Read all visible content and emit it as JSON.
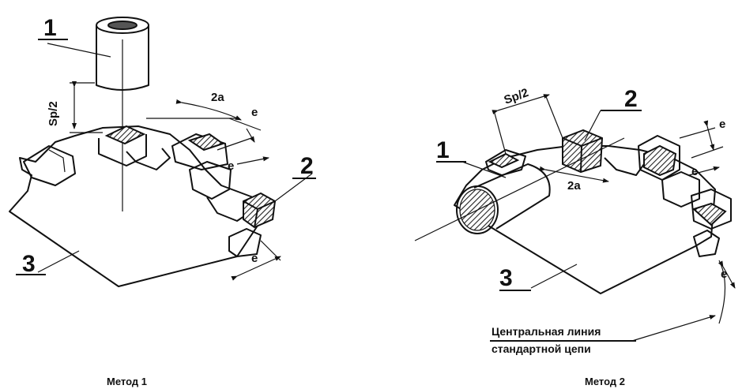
{
  "method1": {
    "caption": "Метод 1",
    "callouts": {
      "tip": "1",
      "tooth": "2",
      "disc": "3"
    },
    "dims": {
      "offset": "Sр/2",
      "width": "2a",
      "e_top": "e",
      "e_mid": "e",
      "e_bot": "e"
    }
  },
  "method2": {
    "caption": "Метод 2",
    "callouts": {
      "tip": "1",
      "tooth": "2",
      "disc": "3"
    },
    "dims": {
      "offset": "Sр/2",
      "width": "2a",
      "e_top": "e",
      "e_mid": "e",
      "e_bot": "e"
    },
    "note_line1": "Центральная линия",
    "note_line2": "стандартной цепи"
  },
  "colors": {
    "ink": "#111111",
    "background": "#ffffff"
  }
}
